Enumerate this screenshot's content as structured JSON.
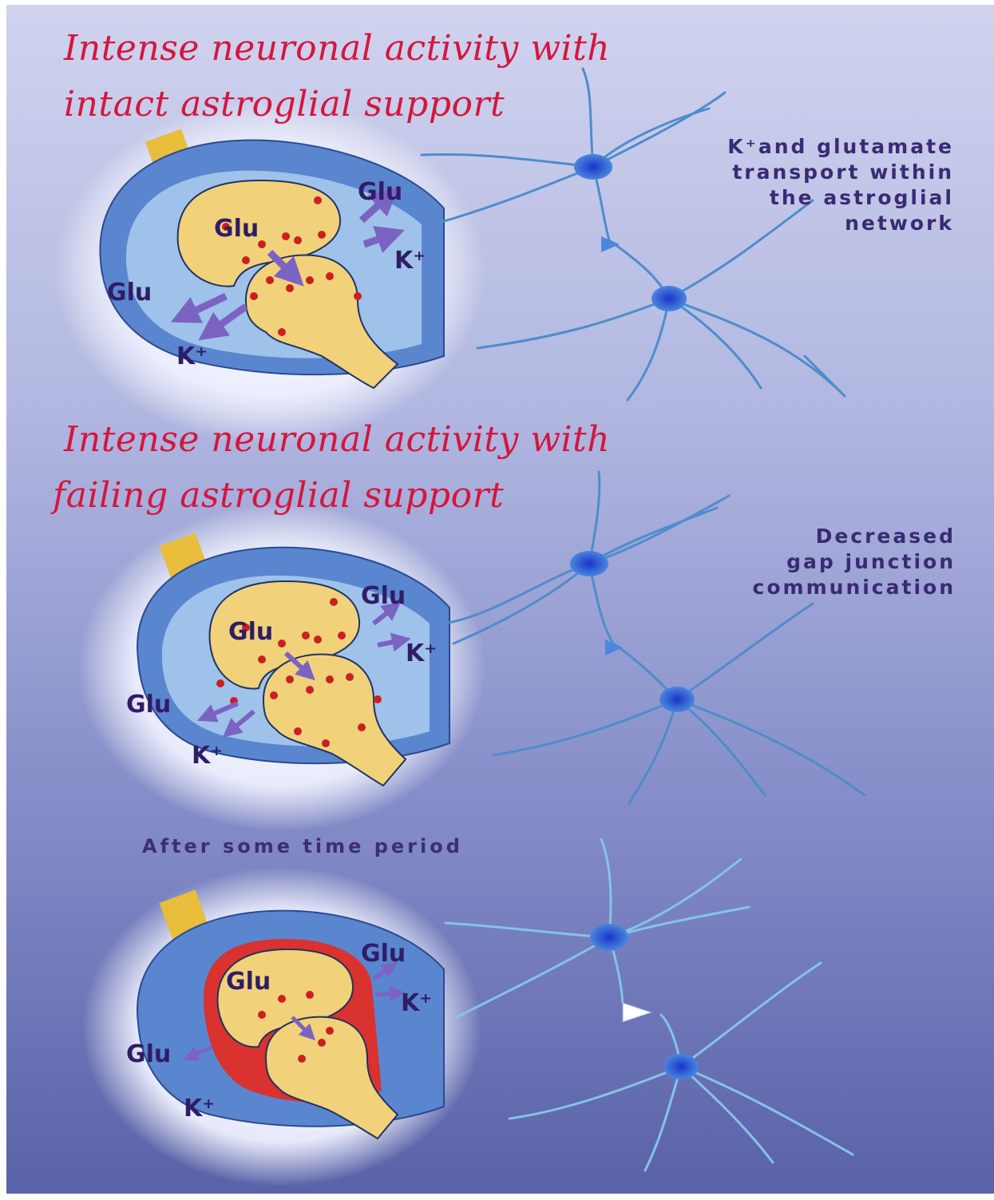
{
  "panels": [
    {
      "title_lines": [
        "Intense neuronal activity with",
        "intact astroglial support"
      ],
      "labels": {
        "glu_inner": "Glu",
        "glu_out_top": "Glu",
        "k_top": "K⁺",
        "glu_out_left": "Glu",
        "k_left": "K⁺"
      },
      "note_lines": [
        "K⁺and glutamate",
        "transport within",
        "the astroglial",
        "network"
      ]
    },
    {
      "title_lines": [
        "Intense neuronal activity with",
        "failing astroglial support"
      ],
      "labels": {
        "glu_inner": "Glu",
        "glu_out_top": "Glu",
        "k_top": "K⁺",
        "glu_out_left": "Glu",
        "k_left": "K⁺"
      },
      "note_lines": [
        "Decreased",
        "gap junction",
        "communication"
      ]
    },
    {
      "heading": "After some time period",
      "labels": {
        "glu_inner": "Glu",
        "glu_out_top": "Glu",
        "k_top": "K⁺",
        "glu_out_left": "Glu",
        "k_left": "K⁺"
      }
    }
  ],
  "colors": {
    "title": "#d4163e",
    "label": "#2f1d66",
    "note": "#3a2a74",
    "background_top": "#cdd0ec",
    "background_bottom": "#5962a8"
  }
}
